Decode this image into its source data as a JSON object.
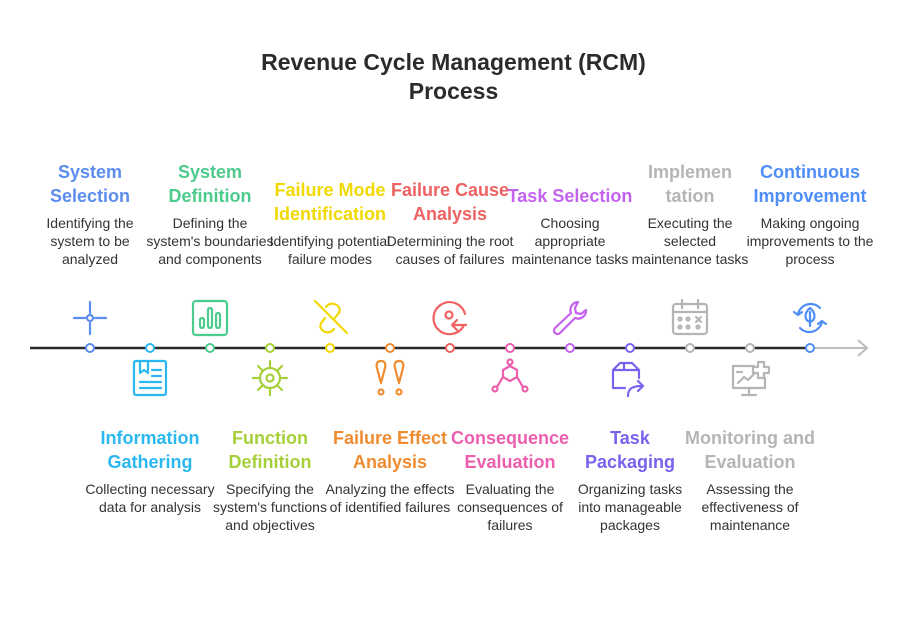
{
  "title_line1": "Revenue Cycle Management (RCM)",
  "title_line2": "Process",
  "steps": [
    {
      "title": "System Selection",
      "desc": "Identifying the system to be analyzed",
      "color": "#5B8DEF",
      "icon": "crosshair-icon"
    },
    {
      "title": "Information Gathering",
      "desc": "Collecting necessary data for analysis",
      "color": "#2BB8F0",
      "icon": "document-icon"
    },
    {
      "title": "System Definition",
      "desc": "Defining the system's boundaries and components",
      "color": "#4CCB8C",
      "icon": "bar-chart-icon"
    },
    {
      "title": "Function Definition",
      "desc": "Specifying the system's functions and objectives",
      "color": "#A6D03A",
      "icon": "gear-icon"
    },
    {
      "title": "Failure Mode Identification",
      "desc": "Identifying potential failure modes",
      "color": "#F0D800",
      "icon": "broken-link-icon"
    },
    {
      "title": "Failure Effect Analysis",
      "desc": "Analyzing the effects of identified failures",
      "color": "#F08C30",
      "icon": "exclamation-icon"
    },
    {
      "title": "Failure Cause Analysis",
      "desc": "Determining the root causes of failures",
      "color": "#EE6262",
      "icon": "rotate-arrow-icon"
    },
    {
      "title": "Consequence Evaluation",
      "desc": "Evaluating the consequences of failures",
      "color": "#EC5FAE",
      "icon": "network-icon"
    },
    {
      "title": "Task Selection",
      "desc": "Choosing appropriate maintenance tasks",
      "color": "#C462EE",
      "icon": "wrench-icon"
    },
    {
      "title": "Task Packaging",
      "desc": "Organizing tasks into manageable packages",
      "color": "#7A62EE",
      "icon": "package-arrow-icon"
    },
    {
      "title": "Implemen tation",
      "desc": "Executing the selected maintenance tasks",
      "color": "#B5B5B5",
      "icon": "calendar-icon"
    },
    {
      "title": "Monitoring and Evaluation",
      "desc": "Assessing the effectiveness of maintenance",
      "color": "#B5B5B5",
      "icon": "monitor-chart-icon"
    },
    {
      "title": "Continuous Improvement",
      "desc": "Making ongoing improvements to the process",
      "color": "#4F8EF7",
      "icon": "cycle-leaf-icon"
    }
  ]
}
